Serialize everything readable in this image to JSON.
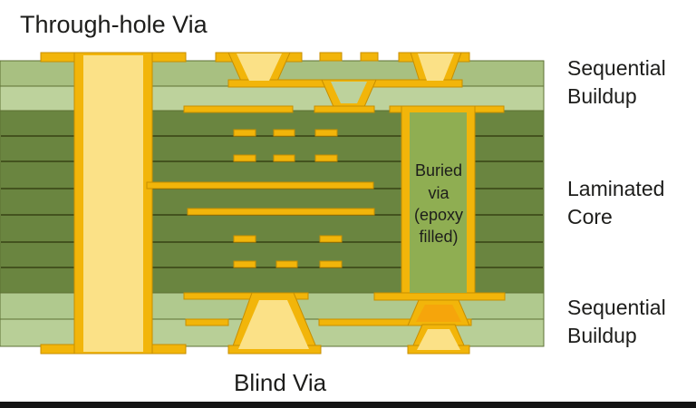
{
  "diagram": {
    "title": "Through-hole Via",
    "blind_via_label": "Blind Via",
    "buried_via_label": [
      "Buried",
      "via",
      "(epoxy",
      "filled)"
    ],
    "right_labels": [
      {
        "lines": [
          "Sequential",
          "Buildup"
        ]
      },
      {
        "lines": [
          "Laminated",
          "Core"
        ]
      },
      {
        "lines": [
          "Sequential",
          "Buildup"
        ]
      }
    ]
  },
  "colors": {
    "background": "#ffffff",
    "text": "#1d1d1b",
    "copper": "#f2b50a",
    "copper_edge": "#c78e00",
    "via_fill_light": "#fbe187",
    "via_fill_orange": "#f6a50b",
    "buried_epoxy_fill": "#8fae52",
    "buildup_top_outer": "#a8c081",
    "buildup_top_inner": "#bdd29c",
    "buildup_bottom_inner": "#b0c98e",
    "buildup_bottom_outer": "#b8cf97",
    "core": "#6a8540",
    "core_line": "#44531f",
    "layer_edge": "#5e7134",
    "bottom_bar": "#141414"
  }
}
